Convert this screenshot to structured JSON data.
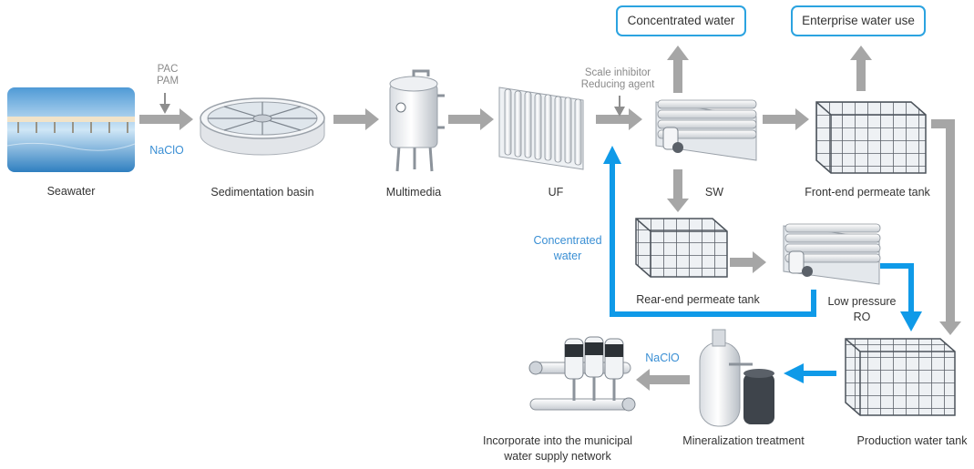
{
  "boxes": {
    "concentrated_water": "Concentrated water",
    "enterprise_water_use": "Enterprise water use"
  },
  "nodes": {
    "seawater": "Seawater",
    "sedimentation_basin": "Sedimentation basin",
    "multimedia": "Multimedia",
    "uf": "UF",
    "sw": "SW",
    "front_end_tank": "Front-end permeate tank",
    "rear_end_tank": "Rear-end permeate tank",
    "low_pressure_ro": "Low pressure RO",
    "production_tank": "Production water tank",
    "mineralization": "Mineralization treatment",
    "municipal": "Incorporate into the municipal water supply network"
  },
  "annotations": {
    "pac": "PAC",
    "pam": "PAM",
    "naclo_1": "NaClO",
    "scale_inhibitor": "Scale inhibitor",
    "reducing_agent": "Reducing agent",
    "concentrated_water_return": "Concentrated water",
    "naclo_2": "NaClO"
  },
  "colors": {
    "gray_arrow": "#a6a6a6",
    "blue_arrow": "#0f9ae8",
    "box_border": "#2ba3e0",
    "blue_text": "#3a8fd4"
  }
}
